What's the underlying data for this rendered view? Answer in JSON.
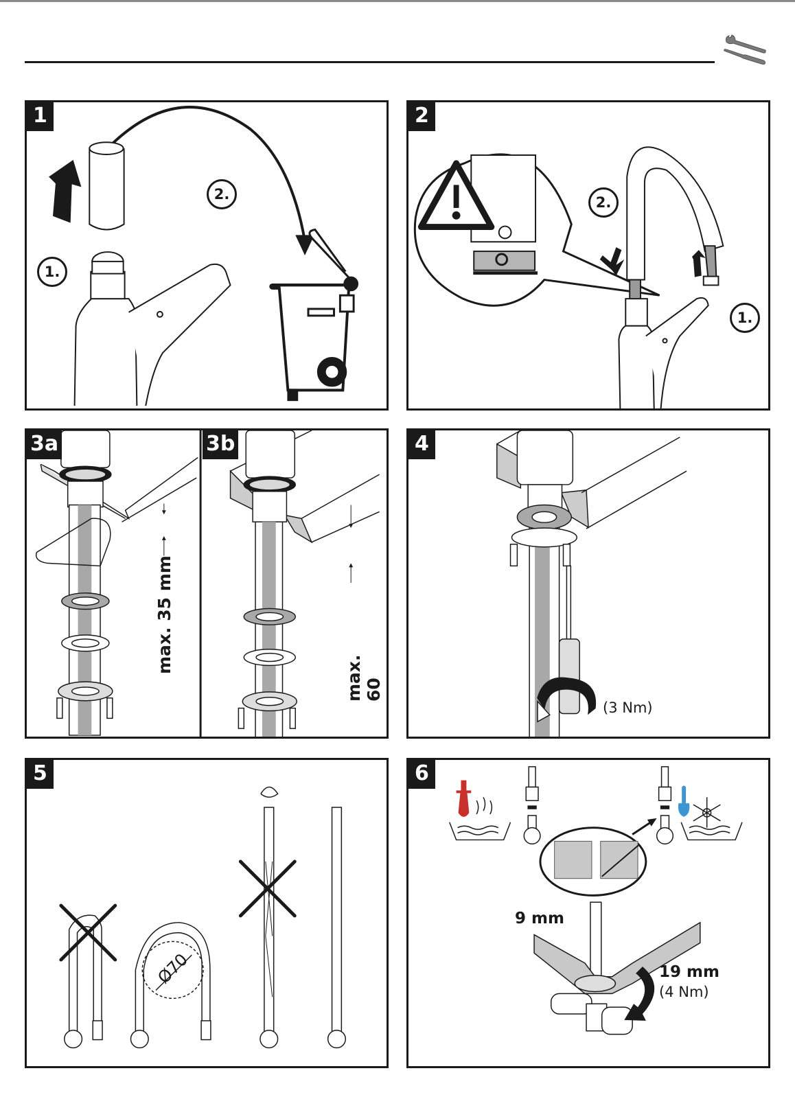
{
  "header": {
    "icon": "tools-icon"
  },
  "panels": [
    {
      "id": "1",
      "label": "1",
      "steps": [
        "1.",
        "2."
      ],
      "description": "Remove protective sleeve and dispose of it"
    },
    {
      "id": "2",
      "label": "2",
      "steps": [
        "2.",
        "1."
      ],
      "description": "Insert spout with hose; align positioning pin",
      "icon": "warning-icon"
    },
    {
      "id": "3a",
      "label": "3a",
      "dimension": "max. 35 mm"
    },
    {
      "id": "3b",
      "label": "3b",
      "dimension": "max. 60 mm"
    },
    {
      "id": "4",
      "label": "4",
      "torque": "(3 Nm)"
    },
    {
      "id": "5",
      "label": "5",
      "diameter": "Ø70",
      "diameter_symbol": "ϕ",
      "diameter_value": "70"
    },
    {
      "id": "6",
      "label": "6",
      "wrench_small": "9 mm",
      "wrench_large": "19 mm",
      "torque": "(4 Nm)",
      "hot_color": "#c8302c",
      "cold_color": "#3d96d2"
    }
  ]
}
